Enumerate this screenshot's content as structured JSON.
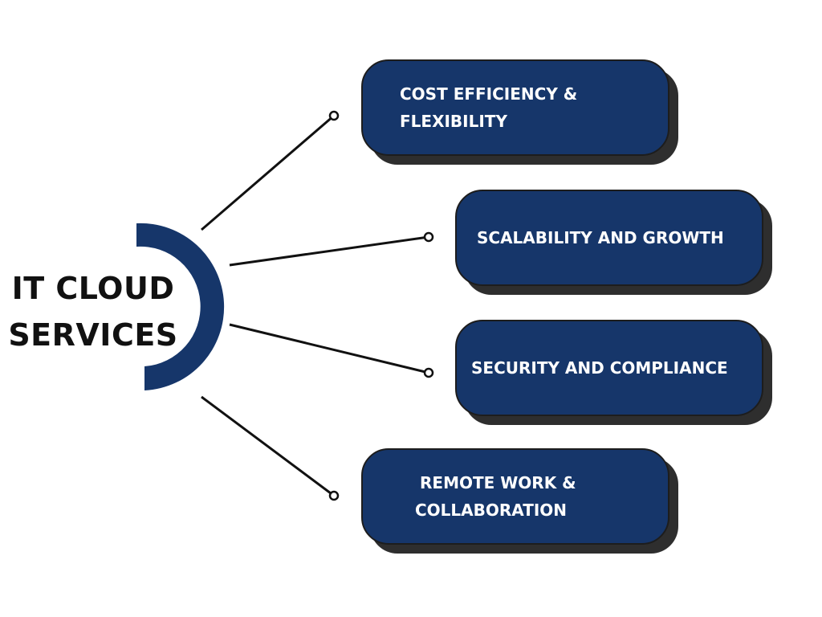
{
  "hub": {
    "title_line_1": "IT CLOUD",
    "title_line_2": "SERVICES"
  },
  "benefits": [
    {
      "line_1": "COST EFFICIENCY &",
      "line_2": "FLEXIBILITY"
    },
    {
      "line_1": "SCALABILITY AND GROWTH"
    },
    {
      "line_1": "SECURITY AND COMPLIANCE"
    },
    {
      "line_1": "REMOTE WORK &",
      "line_2": "COLLABORATION"
    }
  ],
  "colors": {
    "card_fill": "#16366a",
    "card_shadow": "#2e2e2e",
    "arc": "#16366a",
    "connector": "#111111",
    "title_text": "#111111",
    "card_text": "#ffffff"
  }
}
